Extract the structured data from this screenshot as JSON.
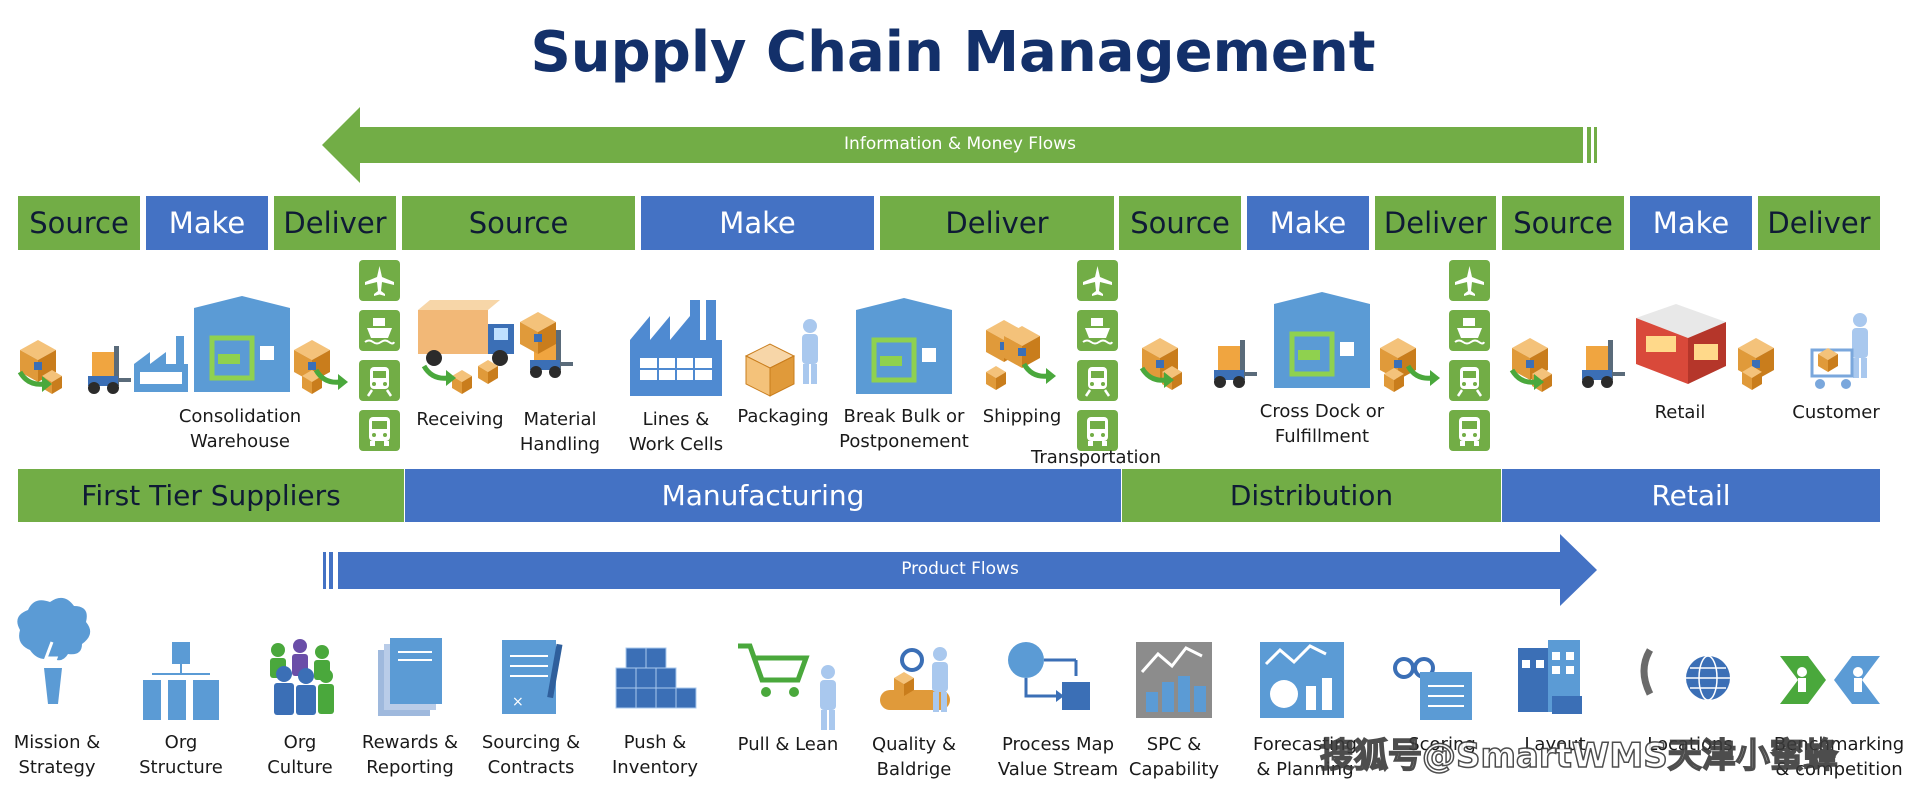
{
  "title": "Supply Chain Management",
  "flows": {
    "info": "Information & Money Flows",
    "product": "Product Flows"
  },
  "segments": [
    "Source",
    "Make",
    "Deliver",
    "Source",
    "Make",
    "Deliver",
    "Source",
    "Make",
    "Deliver",
    "Source",
    "Make",
    "Deliver"
  ],
  "stages": [
    "First Tier Suppliers",
    "Manufacturing",
    "Distribution",
    "Retail"
  ],
  "captions": {
    "consolidation": "Consolidation\nWarehouse",
    "receiving": "Receiving",
    "material": "Material\nHandling",
    "lines": "Lines &\nWork Cells",
    "packaging": "Packaging",
    "breakbulk": "Break Bulk or\nPostponement",
    "shipping": "Shipping",
    "transportation": "Transportation",
    "crossdock": "Cross Dock or\nFulfillment",
    "retail": "Retail",
    "customer": "Customer"
  },
  "bottom": [
    "Mission &\nStrategy",
    "Org\nStructure",
    "Org\nCulture",
    "Rewards &\nReporting",
    "Sourcing &\nContracts",
    "Push &\nInventory",
    "Pull & Lean",
    "Quality &\nBaldrige",
    "Process Map\nValue Stream",
    "SPC &\nCapability",
    "Forecasting\n& Planning",
    "Scoring",
    "Layout",
    "Locations",
    "Benchmarking\n& competition"
  ],
  "icons": {
    "transport": [
      "plane-icon",
      "ship-icon",
      "train-icon",
      "bus-icon"
    ]
  },
  "colors": {
    "green": "#72ad46",
    "blue": "#4472c4",
    "title": "#13306a"
  },
  "watermark": "搜狐号@SmartWMS天津小蜜蜂"
}
